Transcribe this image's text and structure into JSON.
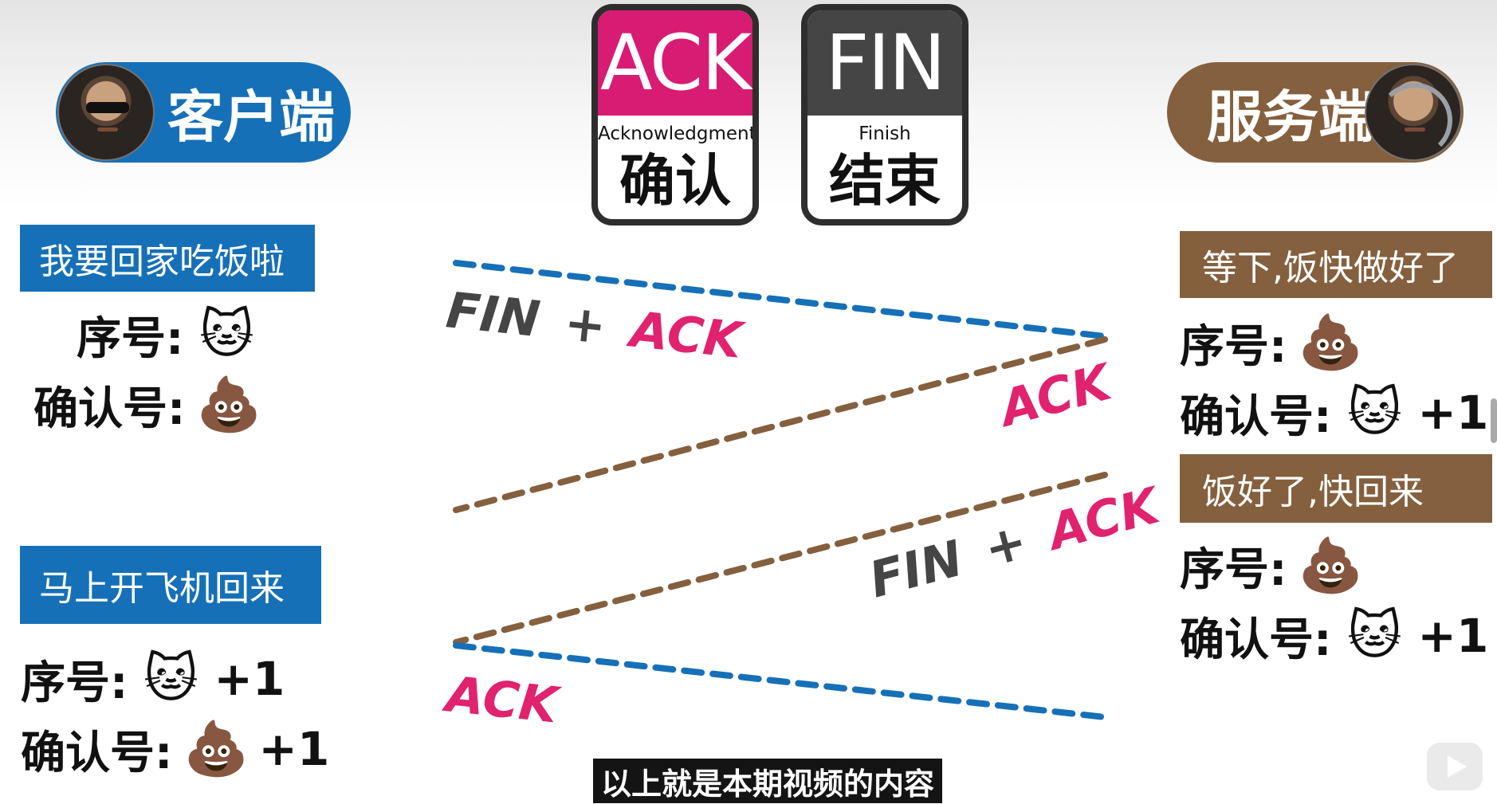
{
  "client": {
    "label": "客户端",
    "avatar_icon": "person-sunglasses-avatar",
    "color": "#1670b7"
  },
  "server": {
    "label": "服务端",
    "avatar_icon": "person-headset-avatar",
    "color": "#85603e"
  },
  "cards": {
    "ack": {
      "abbr": "ACK",
      "full": "Acknowledgment",
      "zh": "确认",
      "color": "#d81b73"
    },
    "fin": {
      "abbr": "FIN",
      "full": "Finish",
      "zh": "结束",
      "color": "#454545"
    }
  },
  "client_msgs": [
    {
      "text": "我要回家吃饭啦",
      "seq_label": "序号:",
      "seq_icon": "cat-emoji",
      "seq_glyph": "🐱",
      "seq_suffix": "",
      "ack_label": "确认号:",
      "ack_icon": "poop-emoji",
      "ack_glyph": "💩",
      "ack_suffix": ""
    },
    {
      "text": "马上开飞机回来",
      "seq_label": "序号:",
      "seq_icon": "cat-emoji",
      "seq_glyph": "🐱",
      "seq_suffix": "+1",
      "ack_label": "确认号:",
      "ack_icon": "poop-emoji",
      "ack_glyph": "💩",
      "ack_suffix": "+1"
    }
  ],
  "server_msgs": [
    {
      "text": "等下,饭快做好了",
      "seq_label": "序号:",
      "seq_icon": "poop-emoji",
      "seq_glyph": "💩",
      "seq_suffix": "",
      "ack_label": "确认号:",
      "ack_icon": "cat-emoji",
      "ack_glyph": "🐱",
      "ack_suffix": "+1"
    },
    {
      "text": "饭好了,快回来",
      "seq_label": "序号:",
      "seq_icon": "poop-emoji",
      "seq_glyph": "💩",
      "seq_suffix": "",
      "ack_label": "确认号:",
      "ack_icon": "cat-emoji",
      "ack_glyph": "🐱",
      "ack_suffix": "+1"
    }
  ],
  "arrows": [
    {
      "label_fin": "FIN",
      "label_plus": "+",
      "label_ack": "ACK",
      "direction": "client-to-server",
      "color": "#1670b7"
    },
    {
      "label_fin": "",
      "label_plus": "",
      "label_ack": "ACK",
      "direction": "server-to-client",
      "color": "#85603e"
    },
    {
      "label_fin": "FIN",
      "label_plus": "+",
      "label_ack": "ACK",
      "direction": "server-to-client",
      "color": "#85603e"
    },
    {
      "label_fin": "",
      "label_plus": "",
      "label_ack": "ACK",
      "direction": "client-to-server",
      "color": "#1670b7"
    }
  ],
  "colors": {
    "fin_text": "#454545",
    "ack_text": "#e0226f"
  },
  "subtitle": "以上就是本期视频的内容",
  "watermark_icon": "play-icon"
}
